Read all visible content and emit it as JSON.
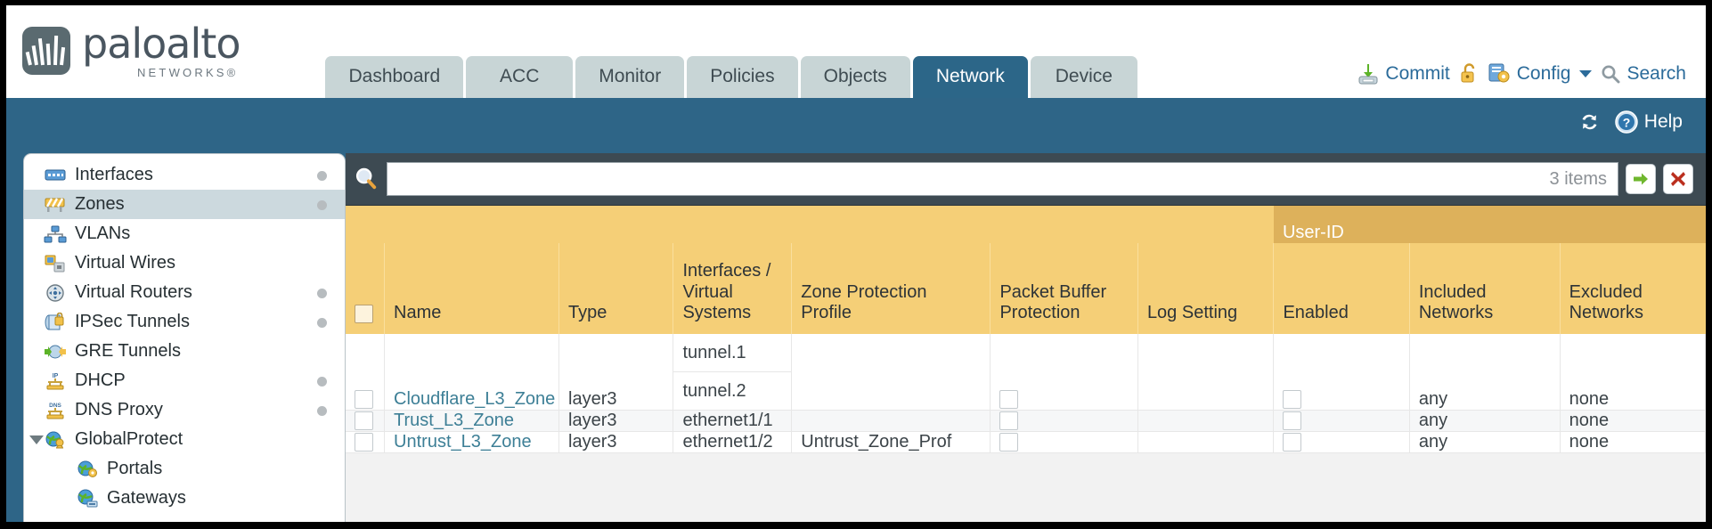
{
  "brand": {
    "name": "paloalto",
    "sub": "NETWORKS®",
    "logo_icon": "paloalto-logo-icon"
  },
  "tabs": [
    {
      "label": "Dashboard",
      "active": false
    },
    {
      "label": "ACC",
      "active": false
    },
    {
      "label": "Monitor",
      "active": false
    },
    {
      "label": "Policies",
      "active": false
    },
    {
      "label": "Objects",
      "active": false
    },
    {
      "label": "Network",
      "active": true
    },
    {
      "label": "Device",
      "active": false
    }
  ],
  "toolbar": {
    "commit_label": "Commit",
    "commit_icon": "commit-save-icon",
    "lock_icon": "padlock-icon",
    "config_label": "Config",
    "config_icon": "config-key-icon",
    "search_label": "Search",
    "search_icon": "search-magnifier-icon"
  },
  "bluebar": {
    "refresh_icon": "refresh-icon",
    "help_label": "Help",
    "help_icon": "help-question-icon"
  },
  "sidebar": {
    "items": [
      {
        "label": "Interfaces",
        "icon": "interfaces-icon",
        "dot": true,
        "selected": false,
        "child": false,
        "expander": false
      },
      {
        "label": "Zones",
        "icon": "zones-icon",
        "dot": true,
        "selected": true,
        "child": false,
        "expander": false
      },
      {
        "label": "VLANs",
        "icon": "vlans-icon",
        "dot": false,
        "selected": false,
        "child": false,
        "expander": false
      },
      {
        "label": "Virtual Wires",
        "icon": "virtual-wires-icon",
        "dot": false,
        "selected": false,
        "child": false,
        "expander": false
      },
      {
        "label": "Virtual Routers",
        "icon": "virtual-routers-icon",
        "dot": true,
        "selected": false,
        "child": false,
        "expander": false
      },
      {
        "label": "IPSec Tunnels",
        "icon": "ipsec-tunnels-icon",
        "dot": true,
        "selected": false,
        "child": false,
        "expander": false
      },
      {
        "label": "GRE Tunnels",
        "icon": "gre-tunnels-icon",
        "dot": false,
        "selected": false,
        "child": false,
        "expander": false
      },
      {
        "label": "DHCP",
        "icon": "dhcp-icon",
        "dot": true,
        "selected": false,
        "child": false,
        "expander": false
      },
      {
        "label": "DNS Proxy",
        "icon": "dns-proxy-icon",
        "dot": true,
        "selected": false,
        "child": false,
        "expander": false
      },
      {
        "label": "GlobalProtect",
        "icon": "globalprotect-icon",
        "dot": false,
        "selected": false,
        "child": false,
        "expander": true
      },
      {
        "label": "Portals",
        "icon": "portals-icon",
        "dot": false,
        "selected": false,
        "child": true,
        "expander": false
      },
      {
        "label": "Gateways",
        "icon": "gateways-icon",
        "dot": false,
        "selected": false,
        "child": true,
        "expander": false
      }
    ]
  },
  "search": {
    "value": "",
    "placeholder": "",
    "item_count": "3 items",
    "icon": "search-magnifier-icon",
    "apply_icon": "green-arrow-icon",
    "clear_icon": "red-x-icon"
  },
  "table": {
    "group_header": {
      "label": "User-ID",
      "span": 3
    },
    "columns": [
      "Name",
      "Type",
      "Interfaces / Virtual Systems",
      "Zone Protection Profile",
      "Packet Buffer Protection",
      "Log Setting",
      "Enabled",
      "Included Networks",
      "Excluded Networks"
    ],
    "rows": [
      {
        "name": "Cloudflare_L3_Zone",
        "type": "layer3",
        "interfaces": [
          "tunnel.1",
          "tunnel.2"
        ],
        "zone_protection_profile": "",
        "packet_buffer_protection": false,
        "log_setting": "",
        "userid_enabled": false,
        "included_networks": "any",
        "excluded_networks": "none"
      },
      {
        "name": "Trust_L3_Zone",
        "type": "layer3",
        "interfaces": [
          "ethernet1/1"
        ],
        "zone_protection_profile": "",
        "packet_buffer_protection": false,
        "log_setting": "",
        "userid_enabled": false,
        "included_networks": "any",
        "excluded_networks": "none"
      },
      {
        "name": "Untrust_L3_Zone",
        "type": "layer3",
        "interfaces": [
          "ethernet1/2"
        ],
        "zone_protection_profile": "Untrust_Zone_Prof",
        "packet_buffer_protection": false,
        "log_setting": "",
        "userid_enabled": false,
        "included_networks": "any",
        "excluded_networks": "none"
      }
    ]
  },
  "colors": {
    "brand_blue": "#2e6587",
    "active_tab": "#2c6688",
    "tab_bg": "#c8d5d6",
    "header_amber": "#f5cf77",
    "group_amber": "#ddb15b",
    "link_teal": "#3d7f96",
    "toolbar_dark": "#3d4a52"
  }
}
